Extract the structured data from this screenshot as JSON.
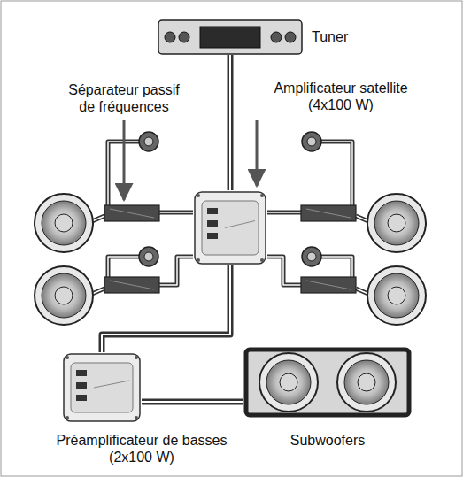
{
  "diagram": {
    "nodes": [
      {
        "text": [
          "Tuner"
        ]
      },
      {
        "text": [
          "Amplificateur satellite (4x100 W)"
        ]
      },
      {
        "text": [
          "Préamplificateur de basses (2x100 W)"
        ]
      },
      {
        "text": [
          "Subwoofers"
        ]
      }
    ],
    "edges": [
      {
        "from": 0,
        "to": 1,
        "arrow": "none"
      },
      {
        "from": 1,
        "to": 2,
        "arrow": "none"
      },
      {
        "from": 2,
        "to": 3,
        "arrow": "none"
      }
    ],
    "labels": [
      "Séparateur passif de fréquences"
    ]
  }
}
